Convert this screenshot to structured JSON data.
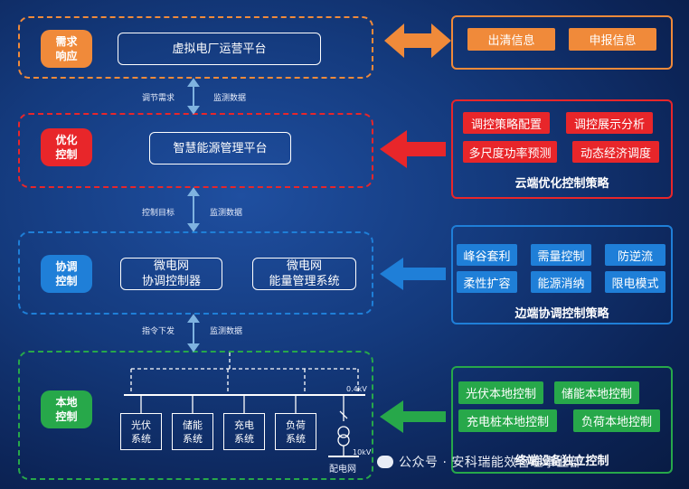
{
  "layers": {
    "demand": {
      "tag": "需求\n响应",
      "platform": "虚拟电厂运营平台"
    },
    "optimize": {
      "tag": "优化\n控制",
      "platform": "智慧能源管理平台"
    },
    "coordinate": {
      "tag": "协调\n控制",
      "box1": "微电网\n协调控制器",
      "box2": "微电网\n能量管理系统"
    },
    "local": {
      "tag": "本地\n控制",
      "systems": [
        "光伏\n系统",
        "储能\n系统",
        "充电\n系统",
        "负荷\n系统"
      ],
      "grid_label": "配电网",
      "voltage_low": "0.4kV",
      "voltage_high": "10kV"
    }
  },
  "links": {
    "l1": {
      "left": "调节需求",
      "right": "监测数据"
    },
    "l2": {
      "left": "控制目标",
      "right": "监测数据"
    },
    "l3": {
      "left": "指令下发",
      "right": "监测数据"
    }
  },
  "panels": {
    "market": {
      "items": [
        "出清信息",
        "申报信息"
      ]
    },
    "cloud": {
      "items": [
        "调控策略配置",
        "调控展示分析",
        "多尺度功率预测",
        "动态经济调度"
      ],
      "title": "云端优化控制策略"
    },
    "edge": {
      "items": [
        "峰谷套利",
        "需量控制",
        "防逆流",
        "柔性扩容",
        "能源消纳",
        "限电模式"
      ],
      "title": "边端协调控制策略"
    },
    "terminal": {
      "items": [
        "光伏本地控制",
        "储能本地控制",
        "充电桩本地控制",
        "负荷本地控制"
      ],
      "title": "终端设备独立控制"
    }
  },
  "watermark": "公众号 · 安科瑞能效管理事业部",
  "colors": {
    "orange": "#f08a3a",
    "red": "#e8262a",
    "blue": "#1f7fd8",
    "green": "#27a84a"
  }
}
